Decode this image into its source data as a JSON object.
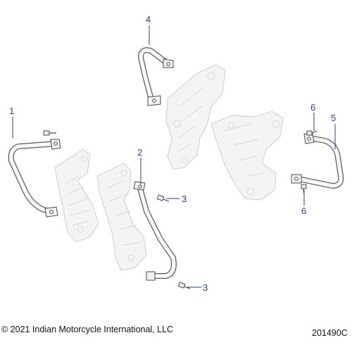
{
  "callouts": {
    "c1": "1",
    "c2": "2",
    "c3a": "3",
    "c3b": "3",
    "c4": "4",
    "c5": "5",
    "c6a": "6",
    "c6b": "6"
  },
  "footer": {
    "copyright": "© 2021 Indian Motorcycle International, LLC",
    "diagram_id": "201490C"
  },
  "colors": {
    "callout": "#2a3f8f",
    "part_outline": "#4a4a4a",
    "ghost_outline": "#c8c8c8"
  }
}
